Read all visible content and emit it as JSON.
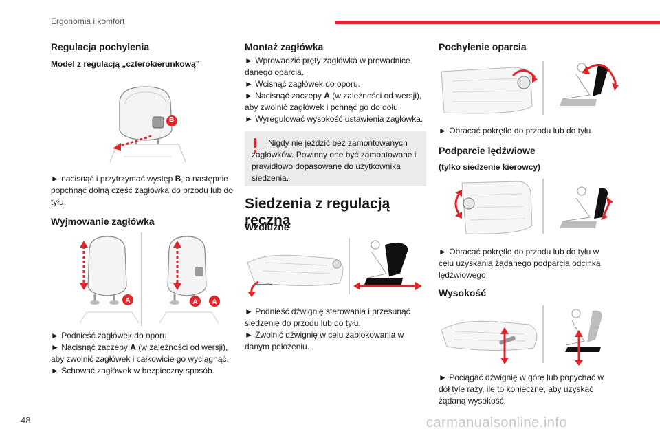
{
  "header": {
    "section": "Ergonomia i komfort",
    "accent_color": "#e0262b"
  },
  "footer": {
    "page_number": "48",
    "watermark": "carmanualsonline.info"
  },
  "col1": {
    "title": "Regulacja pochylenia",
    "subtitle": "Model z regulacją „czterokierunkową”",
    "fig1_label_b": "B",
    "para1_pre": "► nacisnąć i przytrzymać występ ",
    "para1_bold": "B",
    "para1_post": ", a następnie popchnąć dolną część zagłówka do przodu lub do tyłu.",
    "title2": "Wyjmowanie zagłówka",
    "fig2_label_a1": "A",
    "fig2_label_a2": "A",
    "fig2_label_a3": "A",
    "step1": "► Podnieść zagłówek do oporu.",
    "step2_pre": "► Nacisnąć zaczepy ",
    "step2_bold": "A",
    "step2_post": " (w zależności od wersji), aby zwolnić zagłówek i całkowicie go wyciągnąć.",
    "step3": "► Schować zagłówek w bezpieczny sposób."
  },
  "col2": {
    "title": "Montaż zagłówka",
    "step1": "► Wprowadzić pręty zagłówka w prowadnice danego oparcia.",
    "step2": "► Wcisnąć zagłówek do oporu.",
    "step3_pre": "► Nacisnąć zaczepy ",
    "step3_bold": "A",
    "step3_post": " (w zależności od wersji), aby zwolnić zagłówek i pchnąć go do dołu.",
    "step4": "► Wyregulować wysokość ustawienia zagłówka.",
    "warning": "Nigdy nie jeździć bez zamontowanych zagłówków. Powinny one być zamontowane i prawidłowo dopasowane do użytkownika siedzenia.",
    "section_title": "Siedzenia z regulacją ręczną",
    "sub_title": "Wzdłużne",
    "step5": "► Podnieść dźwignię sterowania i przesunąć siedzenie do przodu lub do tyłu.",
    "step6": "► Zwolnić dźwignię w celu zablokowania w danym położeniu."
  },
  "col3": {
    "title1": "Pochylenie oparcia",
    "text1": "► Obracać pokrętło do przodu lub do tyłu.",
    "title2": "Podparcie lędźwiowe",
    "subtitle2": "(tylko siedzenie kierowcy)",
    "text2": "► Obracać pokrętło do przodu lub do tyłu w celu uzyskania żądanego podparcia odcinka lędźwiowego.",
    "title3": "Wysokość",
    "text3": "► Pociągać dźwignię w górę lub popychać w dół tyle razy, ile to konieczne, aby uzyskać żądaną wysokość."
  }
}
